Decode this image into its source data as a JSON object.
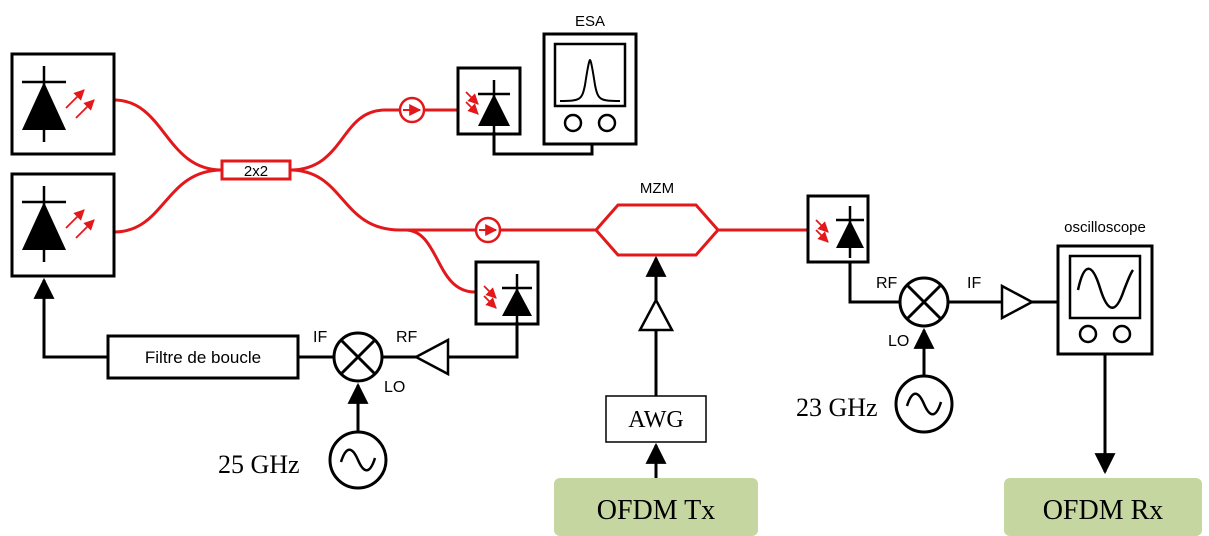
{
  "labels": {
    "esa": "ESA",
    "coupler": "2x2",
    "mzm": "MZM",
    "oscilloscope": "oscilloscope",
    "loop_filter": "Filtre de boucle",
    "awg": "AWG",
    "ofdm_tx": "OFDM Tx",
    "ofdm_rx": "OFDM Rx",
    "freq_left": "25 GHz",
    "freq_right": "23 GHz",
    "mixer_left": {
      "if": "IF",
      "rf": "RF",
      "lo": "LO"
    },
    "mixer_right": {
      "rf": "RF",
      "if": "IF",
      "lo": "LO"
    }
  },
  "colors": {
    "optical_fiber": "#e3181b",
    "electrical": "#000000",
    "ofdm_box_fill": "#c5d6a0"
  },
  "icons": [
    "laser-diode-icon",
    "photodiode-icon",
    "circulator-icon",
    "mixer-icon",
    "amplifier-icon",
    "sine-source-icon",
    "spectrum-analyzer-icon",
    "oscilloscope-icon"
  ]
}
